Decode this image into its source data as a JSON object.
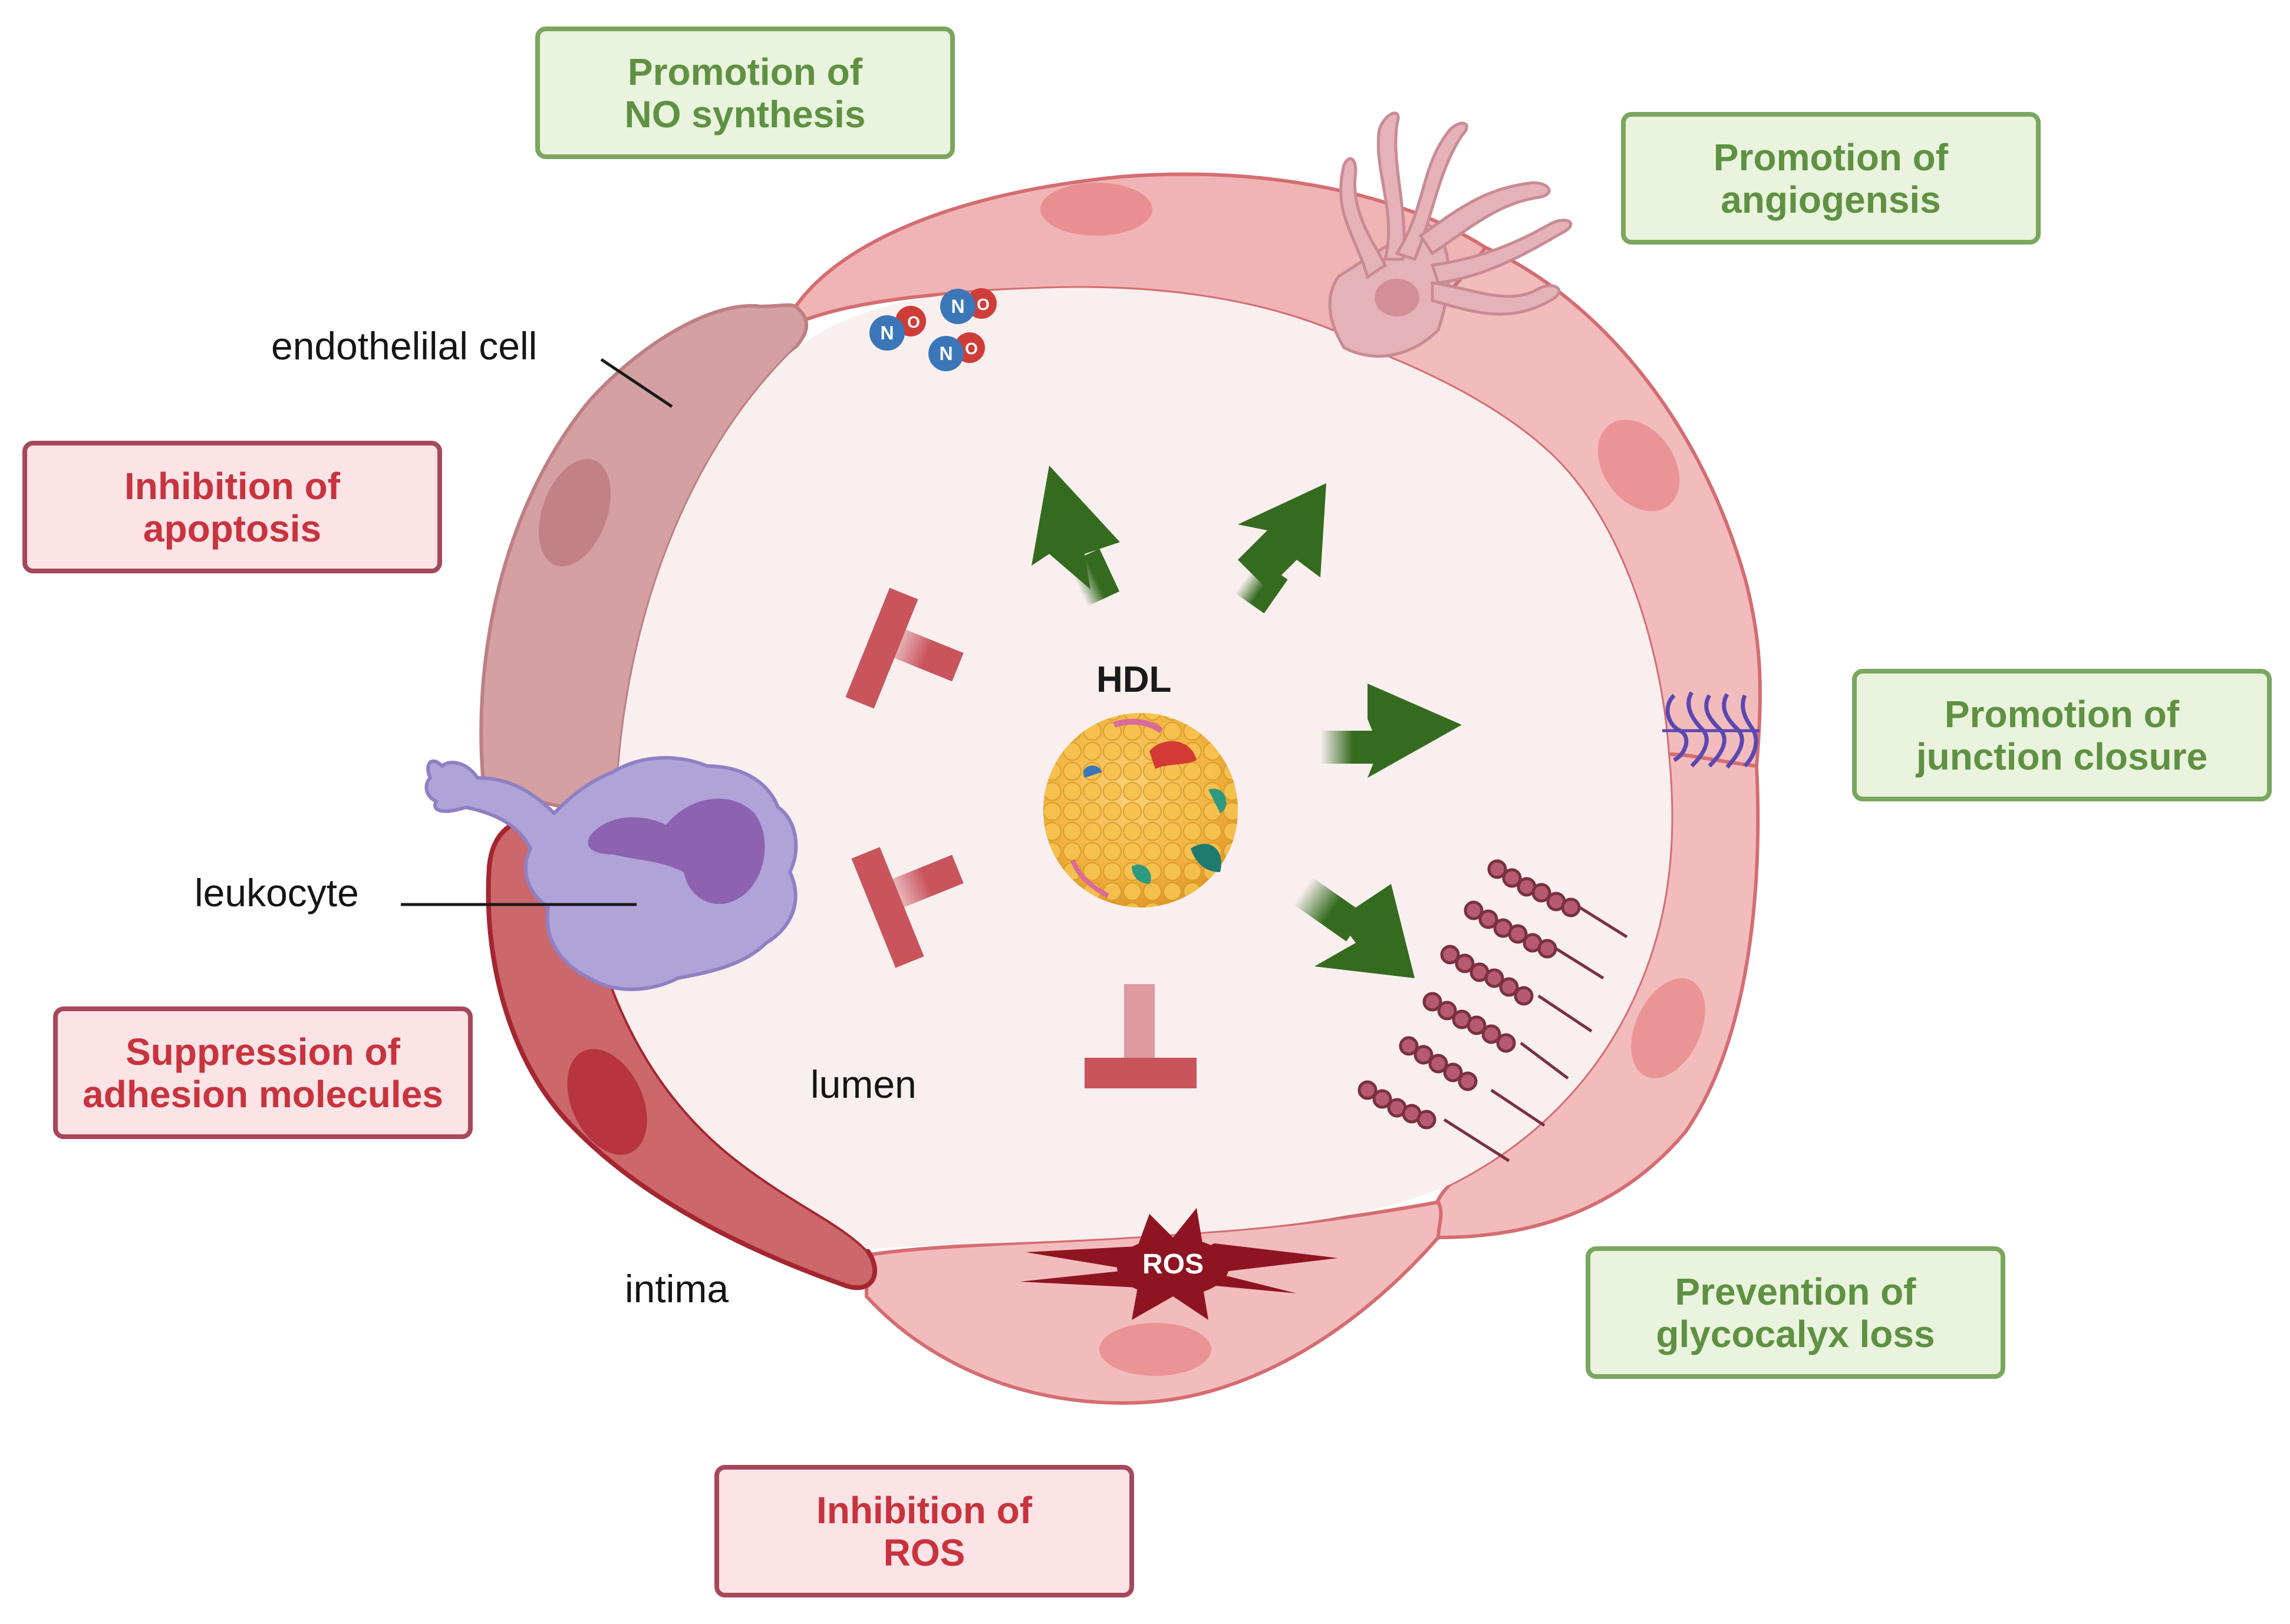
{
  "diagram": {
    "center_label": "HDL",
    "labels": {
      "endothelial_cell": "endothelilal cell",
      "leukocyte": "leukocyte",
      "lumen": "lumen",
      "intima": "intima",
      "ros": "ROS",
      "no_atom_n": "N",
      "no_atom_o": "O"
    },
    "effects": {
      "no_synthesis": {
        "line1": "Promotion of",
        "line2": "NO synthesis"
      },
      "angiogenesis": {
        "line1": "Promotion of",
        "line2": "angiogensis"
      },
      "junction_closure": {
        "line1": "Promotion of",
        "line2": "junction closure"
      },
      "glycocalyx": {
        "line1": "Prevention of",
        "line2": "glycocalyx loss"
      },
      "ros_inhibition": {
        "line1": "Inhibition of",
        "line2": "ROS"
      },
      "adhesion": {
        "line1": "Suppression of",
        "line2": "adhesion molecules"
      },
      "apoptosis": {
        "line1": "Inhibition of",
        "line2": "apoptosis"
      }
    },
    "colors": {
      "promotion_text": "#5f9142",
      "promotion_fill": "#e9f3dd",
      "inhibition_text": "#c8333d",
      "inhibition_fill": "#fbe3e6",
      "arrow_green": "#356b1f",
      "inhibit_red": "#c9545c",
      "cell_pink": "#f1b4b4",
      "lumen_fill": "#f9efef",
      "leukocyte_purple": "#b0a3d8",
      "hdl_orange": "#f2b441"
    }
  }
}
